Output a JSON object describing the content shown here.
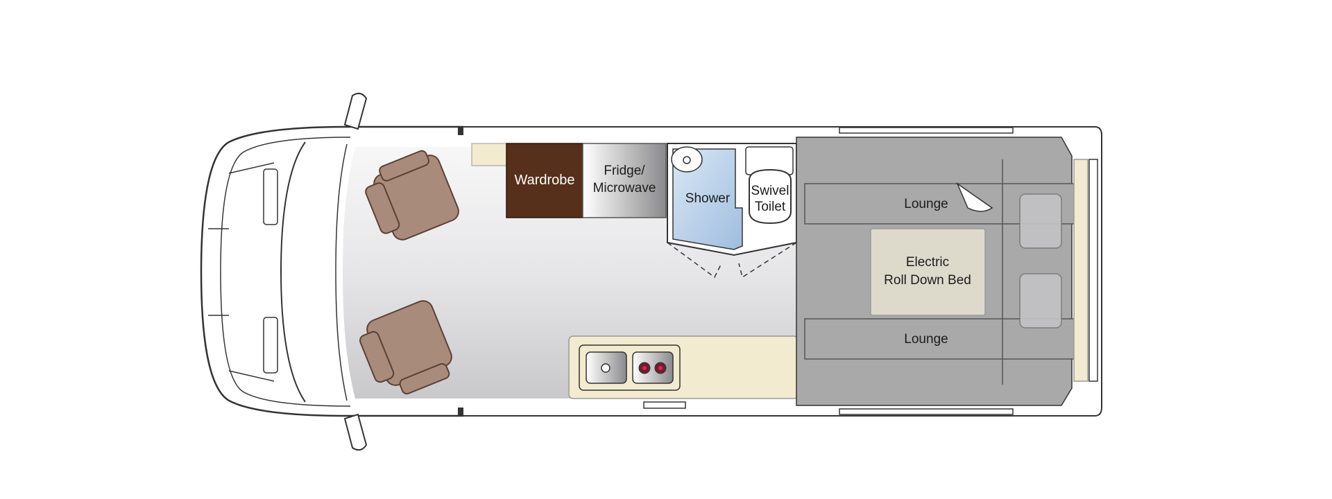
{
  "floorplan": {
    "labels": {
      "wardrobe": "Wardrobe",
      "fridge_line1": "Fridge/",
      "fridge_line2": "Microwave",
      "shower": "Shower",
      "toilet_line1": "Swivel",
      "toilet_line2": "Toilet",
      "lounge_top": "Lounge",
      "lounge_bottom": "Lounge",
      "bed_line1": "Electric",
      "bed_line2": "Roll Down Bed"
    },
    "colors": {
      "wardrobe": "#56301a",
      "seat": "#a88b7b",
      "seat_stroke": "#5a4034",
      "lounge": "#a9a9aa",
      "bed": "#dedacb",
      "bench": "#f3ebcf",
      "shower": "#bcd3ea",
      "outline": "#333333"
    }
  }
}
